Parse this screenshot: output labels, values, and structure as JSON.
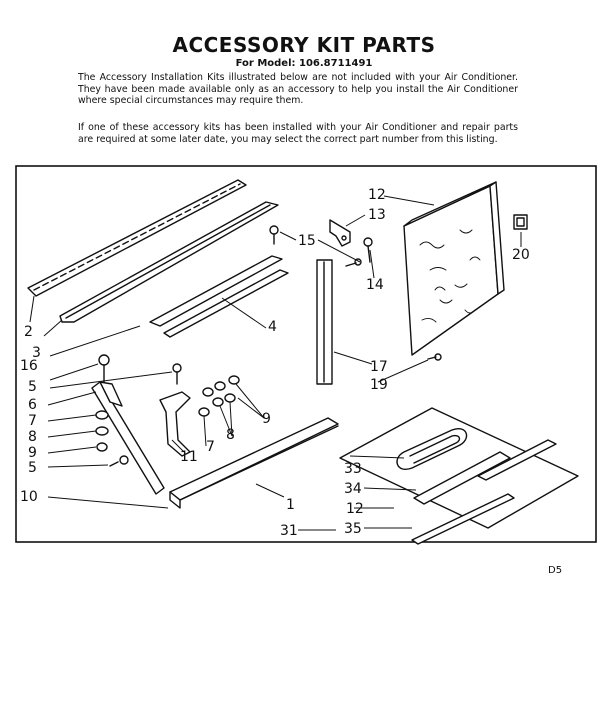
{
  "header": {
    "title": "ACCESSORY KIT PARTS",
    "model_line": "For Model: 106.8711491"
  },
  "intro": {
    "paragraph_1": "The Accessory Installation Kits illustrated below are not included with your Air Conditioner. They have been made available only as an accessory to help you install the Air Conditioner where special circumstances may require them.",
    "paragraph_2": "If one of these accessory kits has been installed with your Air Conditioner and repair parts are required at some later date, you may select the correct part number from this listing."
  },
  "part_callouts": {
    "p1": "1",
    "p2": "2",
    "p3": "3",
    "p4": "4",
    "p5a": "5",
    "p5b": "5",
    "p6": "6",
    "p7a": "7",
    "p7b": "7",
    "p8a": "8",
    "p8b": "8",
    "p9a": "9",
    "p9b": "9",
    "p10": "10",
    "p11": "11",
    "p12a": "12",
    "p12b": "12",
    "p13": "13",
    "p14": "14",
    "p15": "15",
    "p16": "16",
    "p17": "17",
    "p19": "19",
    "p20": "20",
    "p31": "31",
    "p33": "33",
    "p34": "34",
    "p35": "35"
  },
  "page_code": "D5"
}
